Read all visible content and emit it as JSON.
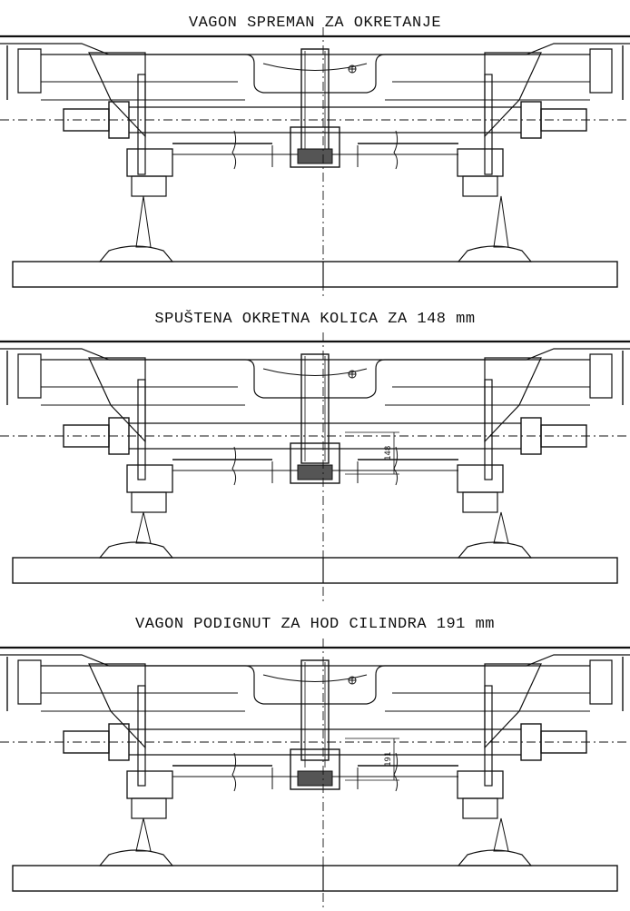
{
  "panels": [
    {
      "id": "ready",
      "title": "VAGON SPREMAN ZA OKRETANJE",
      "dimension_label": ""
    },
    {
      "id": "lowered",
      "title": "SPUŠTENA OKRETNA KOLICA ZA 148 mm",
      "dimension_label": "148"
    },
    {
      "id": "lifted",
      "title": "VAGON PODIGNUT ZA HOD CILINDRA 191 mm",
      "dimension_label": "191"
    }
  ],
  "colors": {
    "line": "#111111",
    "background": "#ffffff"
  }
}
